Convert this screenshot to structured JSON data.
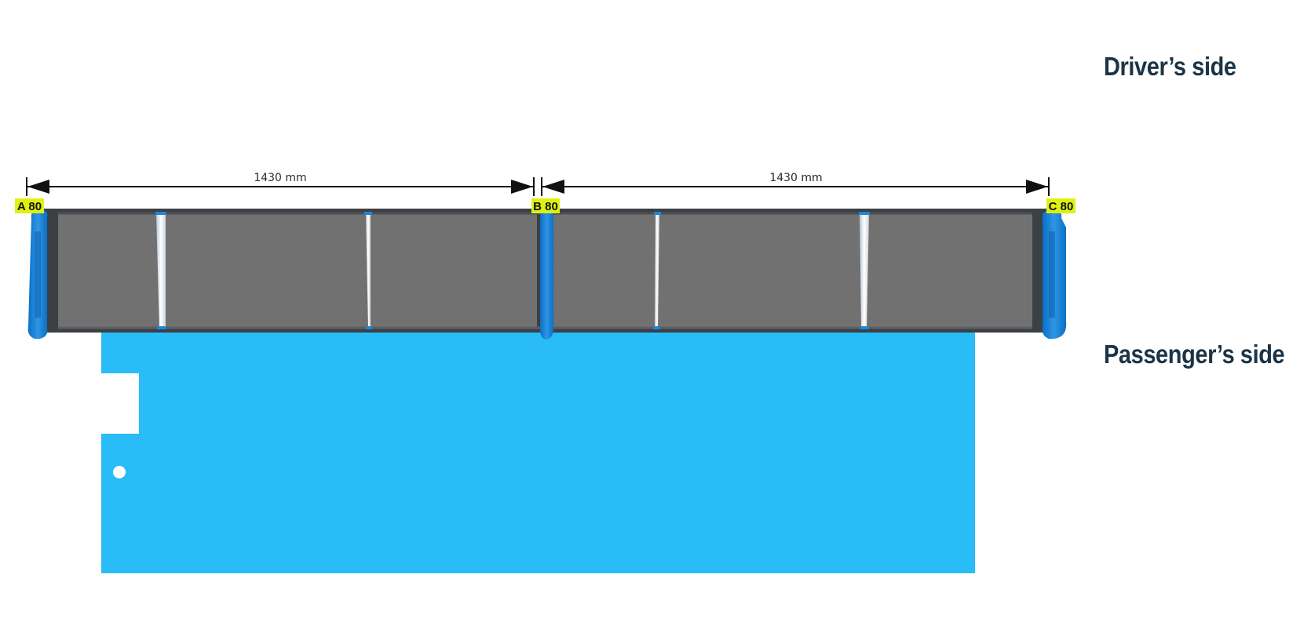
{
  "labels": {
    "drivers_side": "Driver’s side",
    "passengers_side": "Passenger’s side"
  },
  "dimensions": [
    {
      "text": "1430 mm"
    },
    {
      "text": "1430 mm"
    }
  ],
  "mount_tags": [
    {
      "text": "A 80"
    },
    {
      "text": "B 80"
    },
    {
      "text": "C 80"
    }
  ],
  "colors": {
    "floor_plate": "#29bcf7",
    "bar_frame": "#3c3f43",
    "bar_panel": "#717171",
    "bracket": "#0a79d0",
    "tag_background": "#dff20f",
    "label_text": "#1b3447"
  }
}
